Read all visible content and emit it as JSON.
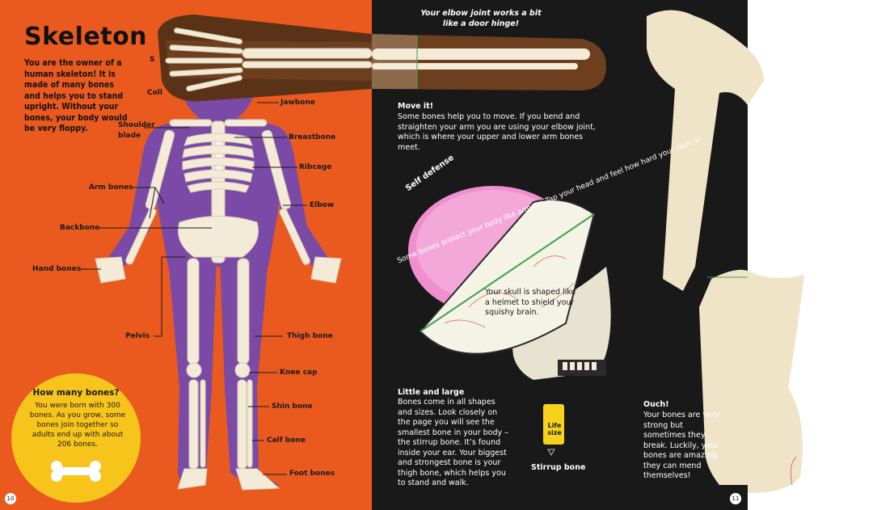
{
  "left_page": {
    "title": "Skeleton",
    "intro": "You are the owner of a human skeleton! It is made of many bones and helps you to stand upright. Without your bones, your body would be very floppy.",
    "labels": {
      "skull_partial": "S",
      "collarbone_partial": "Coll",
      "jawbone": "Jawbone",
      "shoulder_blade_1": "Shoulder",
      "shoulder_blade_2": "blade",
      "breastbone": "Breastbone",
      "ribcage": "Ribcage",
      "arm_bones": "Arm bones",
      "elbow": "Elbow",
      "backbone": "Backbone",
      "hand_bones": "Hand bones",
      "pelvis": "Pelvis",
      "thigh_bone": "Thigh bone",
      "knee_cap": "Knee cap",
      "shin_bone": "Shin bone",
      "calf_bone": "Calf bone",
      "foot_bones": "Foot bones"
    },
    "how_many": {
      "heading": "How many bones?",
      "body": "You were born with 300 bones. As you grow, some bones join together so adults end up with about 206 bones."
    },
    "page_number": "10"
  },
  "right_page": {
    "elbow_caption": "Your elbow joint works a bit like a door hinge!",
    "move_heading": "Move it!",
    "move_body": "Some bones help you to move. If you bend and straighten your arm you are using your elbow joint, which is where your upper and lower arm bones meet.",
    "self_defense_heading": "Self defense",
    "self_defense_body": "Some bones protect your body like armour. Tap your head and feel how hard your skull is!",
    "skull_caption": "Your skull is shaped like a helmet to shield your squishy brain.",
    "little_heading": "Little and large",
    "little_body": "Bones come in all shapes and sizes. Look closely on the page you will see the smallest bone in your body – the stirrup bone. It’s found inside your ear. Your biggest and strongest bone is your thigh bone, which helps you to stand and walk.",
    "life_size": "Life size",
    "stirrup_label": "Stirrup bone",
    "ouch_heading": "Ouch!",
    "ouch_body": "Your bones are very strong but sometimes they break. Luckily, your bones are amazing, they can mend themselves!",
    "page_number": "11"
  },
  "colors": {
    "orange": "#ea5a1f",
    "purple": "#7a4aa6",
    "dark": "#191919",
    "bone": "#f3ead7",
    "yellow": "#f7c41b",
    "brain": "#f08fcf"
  },
  "icons": [
    "skeleton-illustration",
    "arm-flap-illustration",
    "femur-illustration",
    "brain-illustration",
    "skull-illustration",
    "dog-bone-icon",
    "stirrup-bone-icon"
  ]
}
